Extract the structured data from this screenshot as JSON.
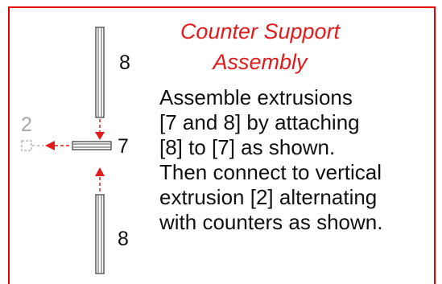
{
  "title": {
    "line1": "Counter Support",
    "line2": "Assembly"
  },
  "instructions": [
    "Assemble extrusions",
    "[7 and 8] by attaching",
    "[8] to [7] as shown.",
    "Then connect to vertical",
    "extrusion [2] alternating",
    "with counters as shown."
  ],
  "labels": {
    "top_extrusion": "8",
    "middle_extrusion": "7",
    "bottom_extrusion": "8",
    "vertical_extrusion": "2"
  },
  "colors": {
    "accent": "#e01b1b",
    "text": "#111111",
    "ghost": "#a8a8a8"
  }
}
